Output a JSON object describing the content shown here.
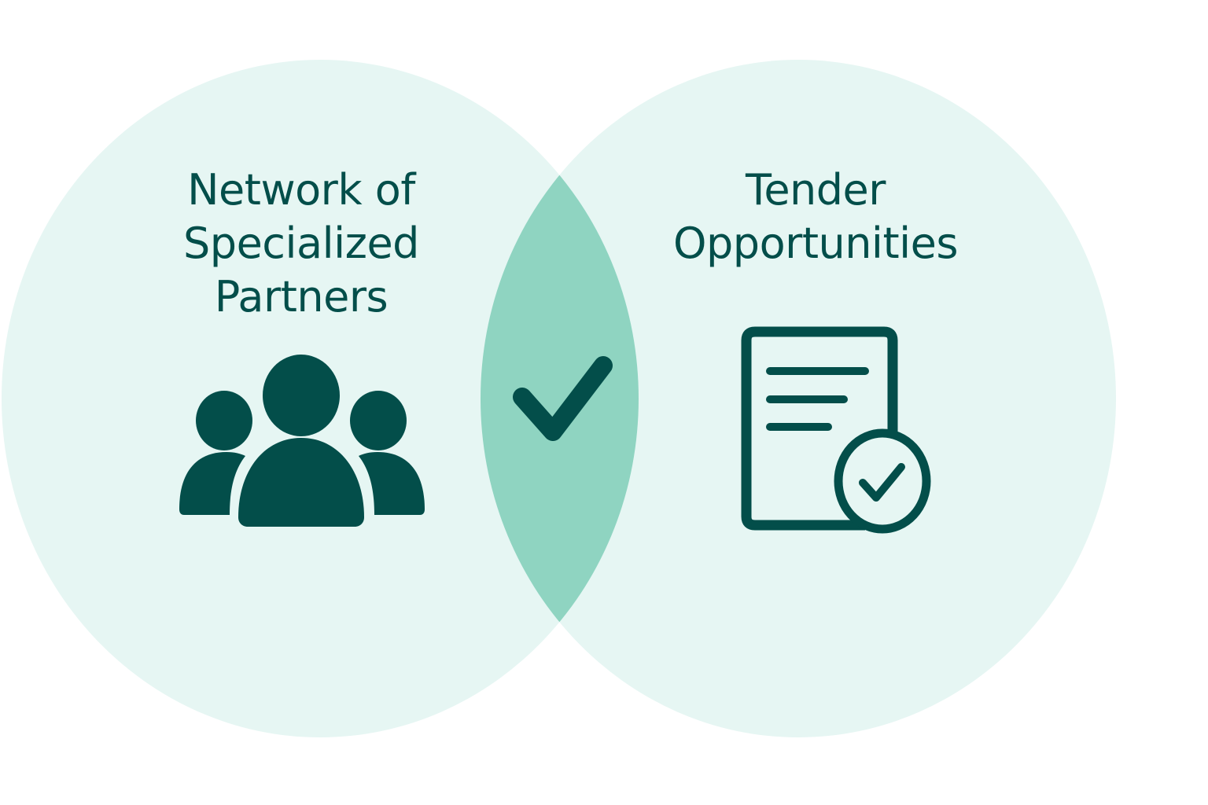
{
  "diagram": {
    "type": "venn",
    "left_set": {
      "title_lines": [
        "Network of",
        "Specialized",
        "Partners"
      ],
      "icon": "people-group-icon"
    },
    "right_set": {
      "title_lines": [
        "Tender",
        "Opportunities"
      ],
      "icon": "document-check-icon"
    },
    "intersection": {
      "icon": "checkmark-icon"
    },
    "colors": {
      "circle_fill": "#e6f6f3",
      "overlap_fill": "#8fd4c1",
      "icon_and_text": "#034e4a",
      "background": "#ffffff"
    }
  }
}
